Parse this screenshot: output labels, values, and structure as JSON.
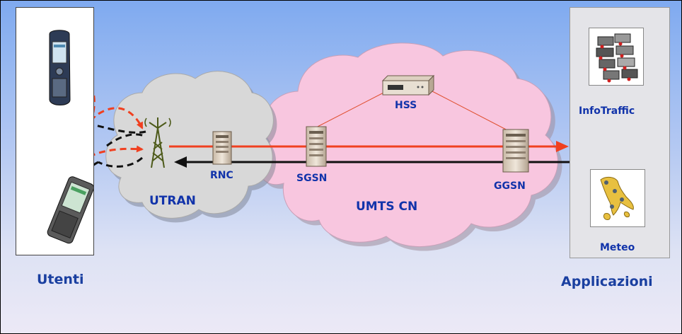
{
  "labels": {
    "users": "Utenti",
    "applications": "Applicazioni",
    "utran": "UTRAN",
    "umts_cn": "UMTS CN",
    "rnc": "RNC",
    "sgsn": "SGSN",
    "hss": "HSS",
    "ggsn": "GGSN",
    "infotraffic": "InfoTraffic",
    "meteo": "Meteo"
  },
  "colors": {
    "uplink_arrow": "#f04020",
    "downlink_arrow": "#111111",
    "cn_cloud": "#f8c6df",
    "utran_cloud": "#d8d8d8",
    "label_text": "#1133aa"
  },
  "icons": {
    "phone_top": "mobile-phone-icon",
    "phone_bottom": "pda-phone-icon",
    "antenna": "antenna-tower-icon",
    "rnc": "server-icon",
    "sgsn": "server-icon",
    "ggsn": "server-icon",
    "hss": "rack-unit-icon",
    "infotraffic": "traffic-cars-icon",
    "meteo": "italy-map-icon"
  }
}
